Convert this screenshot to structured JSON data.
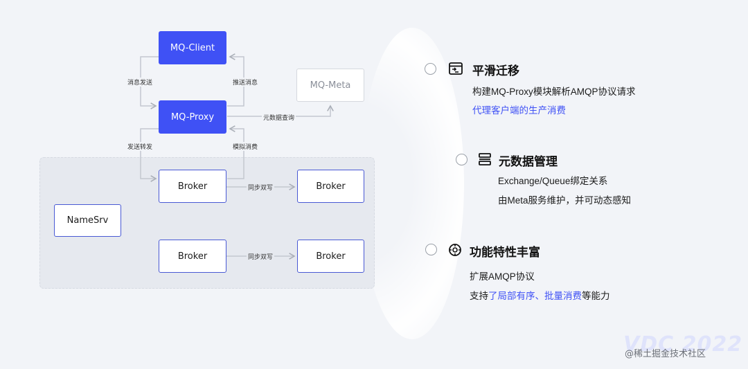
{
  "diagram": {
    "nodes": {
      "mq_client": "MQ-Client",
      "mq_proxy": "MQ-Proxy",
      "mq_meta": "MQ-Meta",
      "namesrv": "NameSrv",
      "broker_1": "Broker",
      "broker_2": "Broker",
      "broker_3": "Broker",
      "broker_4": "Broker"
    },
    "edges": {
      "send_message": "消息发送",
      "push_message": "推送消息",
      "metadata_query": "元数据查询",
      "send_forward": "发送转发",
      "simulate_consume": "模拟消费",
      "sync_double_write_1": "同步双写",
      "sync_double_write_2": "同步双写"
    }
  },
  "features": [
    {
      "icon": "migration-icon",
      "title": "平滑迁移",
      "line1": "构建MQ-Proxy模块解析AMQP协议请求",
      "line2": "代理客户端的生产消费"
    },
    {
      "icon": "metadata-icon",
      "title": "元数据管理",
      "line1": "Exchange/Queue绑定关系",
      "line2": "由Meta服务维护，并可动态感知"
    },
    {
      "icon": "features-icon",
      "title": "功能特性丰富",
      "line1": "扩展AMQP协议",
      "line2_prefix": "支持",
      "line2_accent": "了局部有序、批量消费",
      "line2_suffix": "等能力"
    }
  ],
  "branding": {
    "logo_text": "VDC 2022",
    "watermark": "@稀土掘金技术社区"
  },
  "colors": {
    "accent": "#3f51f5",
    "box_border": "#4858d4",
    "background": "#f2f4f8",
    "muted": "#8a8f99"
  }
}
